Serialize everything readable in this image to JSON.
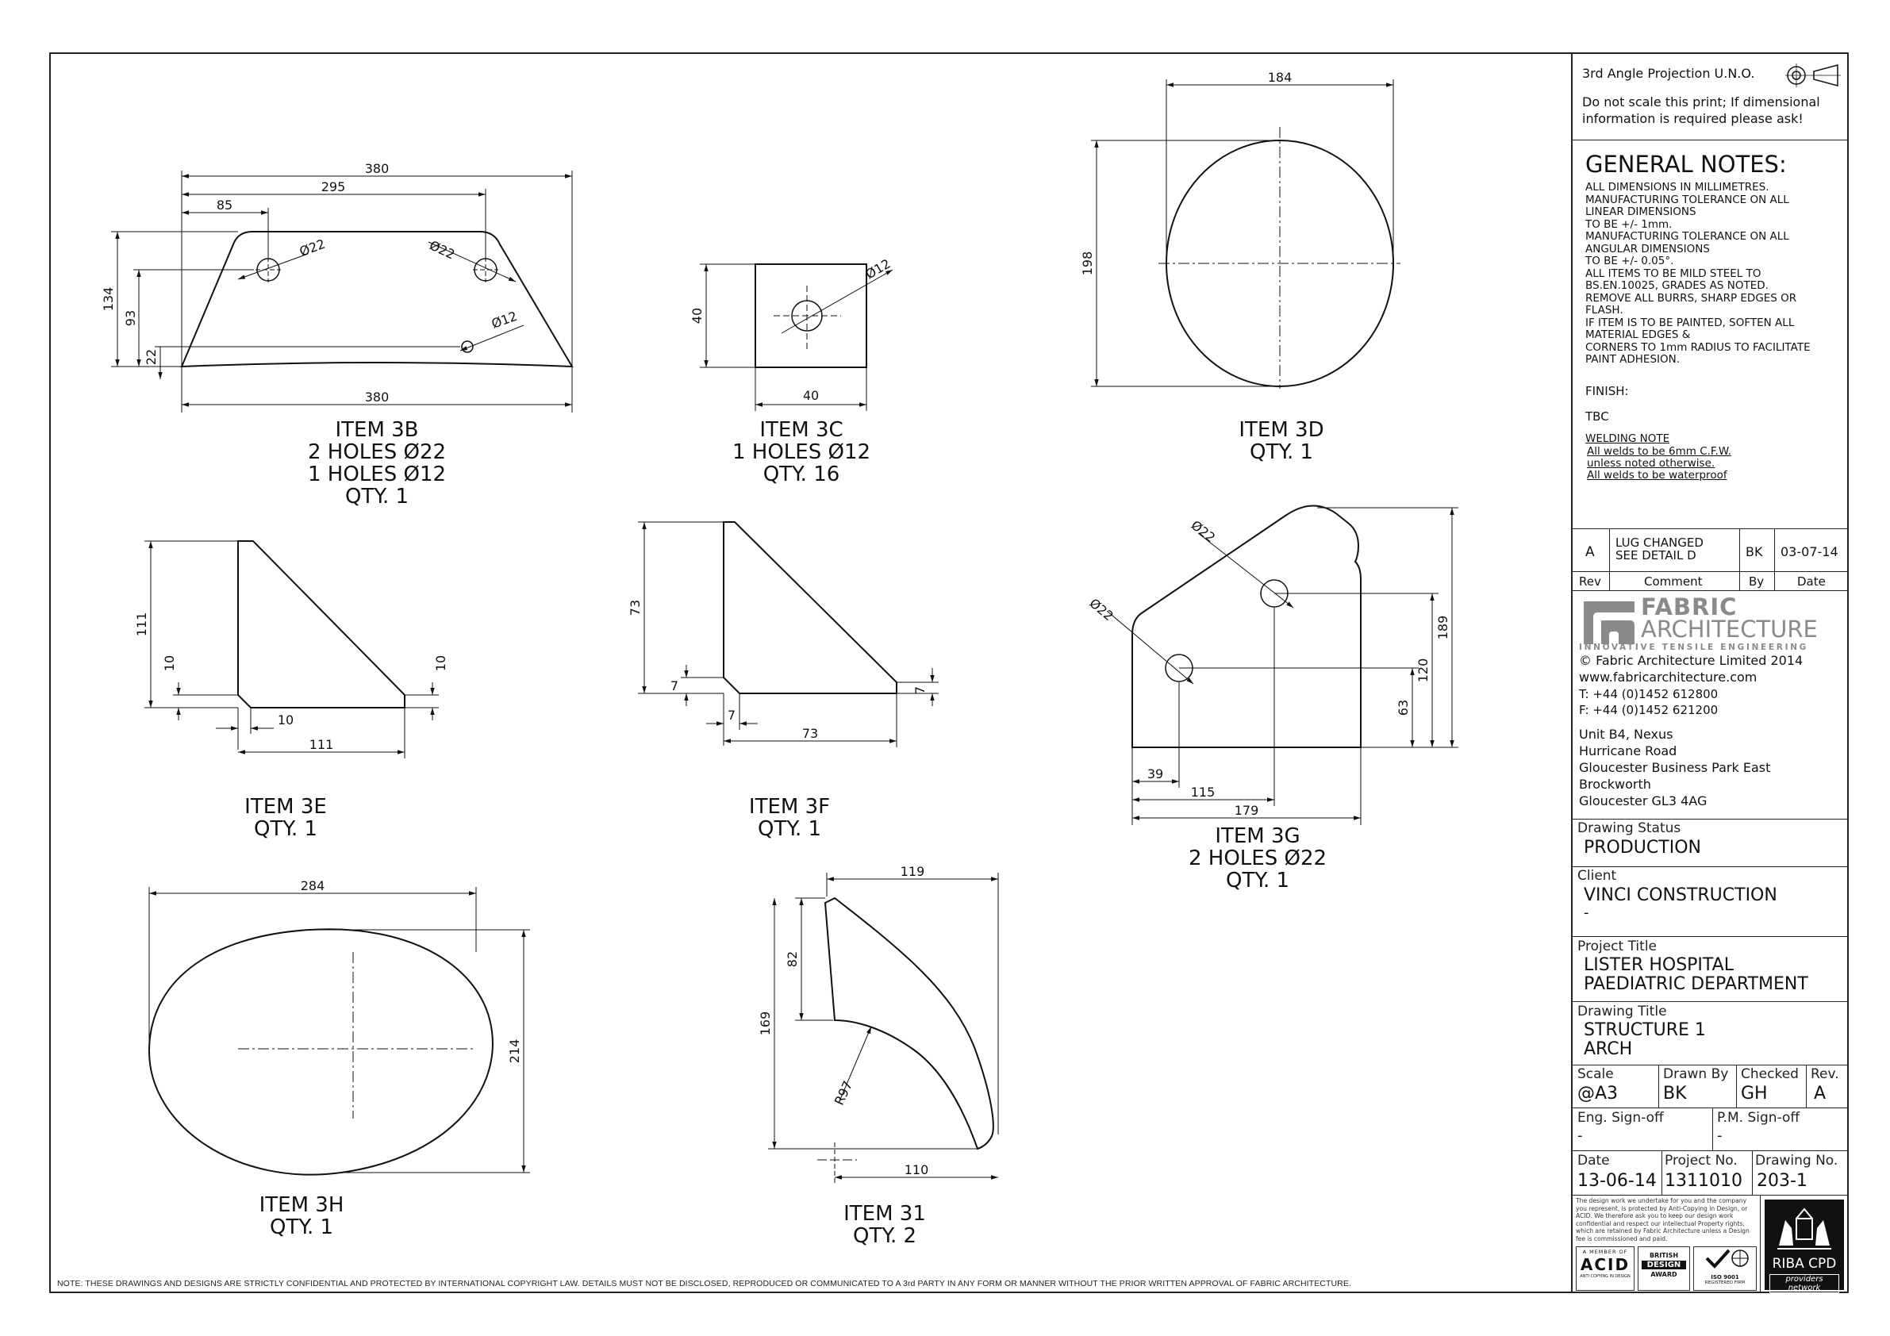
{
  "items": [
    {
      "id": "3b",
      "lines": "ITEM 3B\n2 HOLES Ø22\n1 HOLES Ø12\nQTY. 1",
      "dims": [
        "380",
        "295",
        "85",
        "Ø22",
        "Ø22",
        "Ø12",
        "134",
        "93",
        "22",
        "380"
      ]
    },
    {
      "id": "3c",
      "lines": "ITEM 3C\n1 HOLES Ø12\nQTY. 16",
      "dims": [
        "Ø12",
        "40",
        "40"
      ]
    },
    {
      "id": "3d",
      "lines": "ITEM 3D\nQTY. 1",
      "dims": [
        "184",
        "198"
      ]
    },
    {
      "id": "3e",
      "lines": "ITEM 3E\nQTY. 1",
      "dims": [
        "111",
        "10",
        "10",
        "10",
        "111"
      ]
    },
    {
      "id": "3f",
      "lines": "ITEM 3F\nQTY. 1",
      "dims": [
        "73",
        "7",
        "7",
        "7",
        "73"
      ]
    },
    {
      "id": "3g",
      "lines": "ITEM 3G\n2 HOLES Ø22\nQTY. 1",
      "dims": [
        "Ø22",
        "Ø22",
        "189",
        "120",
        "63",
        "39",
        "115",
        "179"
      ]
    },
    {
      "id": "3h",
      "lines": "ITEM 3H\nQTY. 1",
      "dims": [
        "284",
        "214"
      ]
    },
    {
      "id": "31",
      "lines": "ITEM 31\nQTY. 2",
      "dims": [
        "119",
        "82",
        "169",
        "R97",
        "110"
      ]
    }
  ],
  "footer_note": "NOTE: THESE DRAWINGS AND DESIGNS ARE STRICTLY CONFIDENTIAL AND PROTECTED BY INTERNATIONAL COPYRIGHT LAW. DETAILS MUST NOT BE DISCLOSED, REPRODUCED OR COMMUNICATED TO A 3rd PARTY IN ANY FORM OR MANNER WITHOUT THE PRIOR WRITTEN APPROVAL OF FABRIC ARCHITECTURE.",
  "title_block": {
    "projection": "3rd Angle Projection U.N.O.",
    "scale_warning": "Do not scale this print; If dimensional information is required please ask!",
    "general_notes_heading": "GENERAL NOTES:",
    "general_notes": "ALL DIMENSIONS IN MILLIMETRES.\nMANUFACTURING TOLERANCE ON ALL\nLINEAR DIMENSIONS\n      TO BE +/- 1mm.\nMANUFACTURING TOLERANCE ON ALL\nANGULAR DIMENSIONS\n      TO BE +/- 0.05°.\nALL ITEMS TO BE MILD STEEL TO\nBS.EN.10025, GRADES AS NOTED.\nREMOVE ALL BURRS, SHARP EDGES OR\nFLASH.\nIF ITEM IS TO BE PAINTED, SOFTEN ALL\nMATERIAL EDGES &\nCORNERS TO 1mm RADIUS TO FACILITATE\nPAINT ADHESION.",
    "finish_label": "FINISH:",
    "finish_value": "TBC",
    "welding_heading": "WELDING NOTE",
    "welding_lines": [
      "All welds to be 6mm C.F.W.",
      "unless noted otherwise.",
      "All welds to be waterproof"
    ],
    "revision": {
      "rev": "A",
      "comment": "LUG CHANGED\nSEE DETAIL D",
      "by": "BK",
      "date": "03-07-14"
    },
    "rev_headers": {
      "rev": "Rev",
      "comment": "Comment",
      "by": "By",
      "date": "Date"
    },
    "company": {
      "name_top": "FABRIC",
      "name_bottom": "ARCHITECTURE",
      "tagline": "INNOVATIVE TENSILE ENGINEERING",
      "copyright": "© Fabric Architecture Limited 2014",
      "website": "www.fabricarchitecture.com",
      "tel": "T: +44 (0)1452 612800",
      "fax": "F: +44 (0)1452 621200",
      "address": [
        "Unit B4, Nexus",
        "Hurricane Road",
        "Gloucester Business Park East",
        "Brockworth",
        "Gloucester GL3 4AG"
      ]
    },
    "drawing_status_label": "Drawing Status",
    "drawing_status": "PRODUCTION",
    "client_label": "Client",
    "client": "VINCI CONSTRUCTION",
    "client_2": "-",
    "project_title_label": "Project Title",
    "project_title_1": "LISTER HOSPITAL",
    "project_title_2": "PAEDIATRIC DEPARTMENT",
    "drawing_title_label": "Drawing Title",
    "drawing_title_1": "STRUCTURE 1",
    "drawing_title_2": "ARCH",
    "scale_label": "Scale",
    "scale": "@A3",
    "drawn_by_label": "Drawn By",
    "drawn_by": "BK",
    "checked_label": "Checked",
    "checked": "GH",
    "rev_label": "Rev.",
    "rev": "A",
    "eng_signoff_label": "Eng. Sign-off",
    "eng_signoff": "-",
    "pm_signoff_label": "P.M. Sign-off",
    "pm_signoff": "-",
    "date_label": "Date",
    "date": "13-06-14",
    "project_no_label": "Project No.",
    "project_no": "1311010",
    "drawing_no_label": "Drawing No.",
    "drawing_no": "203-1",
    "copy_notice": "The design work we undertake for you and the company you represent, is protected by Anti-Copying in Design, or ACID. We therefore ask you to keep our design work confidential and respect our intellectual Property rights, which are retained by Fabric Architecture unless a Design fee is commissioned and paid.",
    "badges": {
      "acid_top": "A MEMBER OF",
      "acid": "ACID",
      "acid_bottom": "ANTI COPYING IN DESIGN",
      "bda_1": "BRITISH",
      "bda_2": "DESIGN",
      "bda_3": "AWARD",
      "iso": "ISO 9001",
      "iso_bottom": "REGISTERED FIRM",
      "riba": "RIBA CPD",
      "riba_bottom": "providers network"
    }
  }
}
